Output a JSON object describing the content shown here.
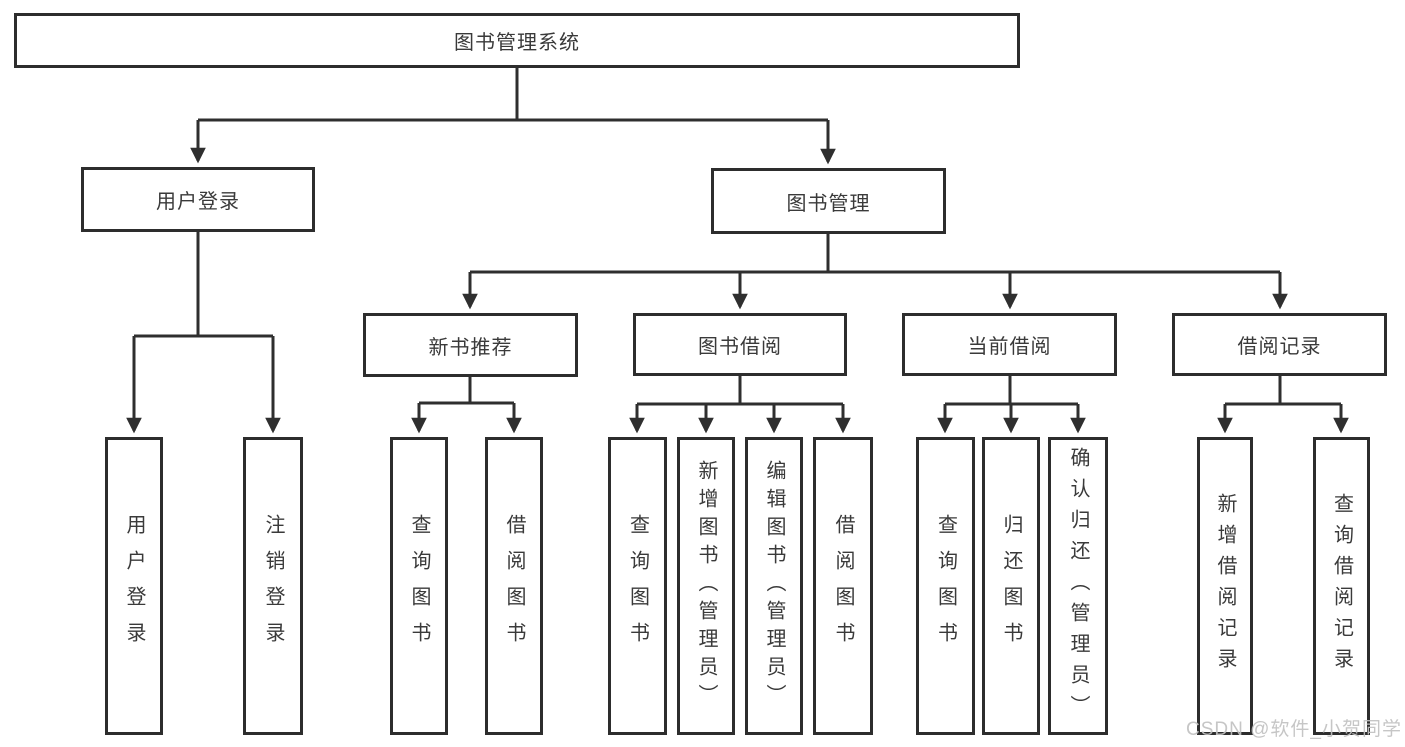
{
  "tree": {
    "root": "图书管理系统",
    "branches": [
      {
        "label": "用户登录",
        "children": [
          "用户登录",
          "注销登录"
        ]
      },
      {
        "label": "图书管理",
        "groups": [
          {
            "label": "新书推荐",
            "children": [
              "查询图书",
              "借阅图书"
            ]
          },
          {
            "label": "图书借阅",
            "children": [
              "查询图书",
              "新增图书（管理员）",
              "编辑图书（管理员）",
              "借阅图书"
            ]
          },
          {
            "label": "当前借阅",
            "children": [
              "查询图书",
              "归还图书",
              "确认归还（管理员）"
            ]
          },
          {
            "label": "借阅记录",
            "children": [
              "新增借阅记录",
              "查询借阅记录"
            ]
          }
        ]
      }
    ]
  },
  "watermark": "CSDN @软件_小贺同学",
  "colors": {
    "line": "#2f2f2f",
    "box_border": "#2d2d2d",
    "text": "#3a3a3a",
    "watermark": "#c1c1c1",
    "background": "#ffffff"
  }
}
